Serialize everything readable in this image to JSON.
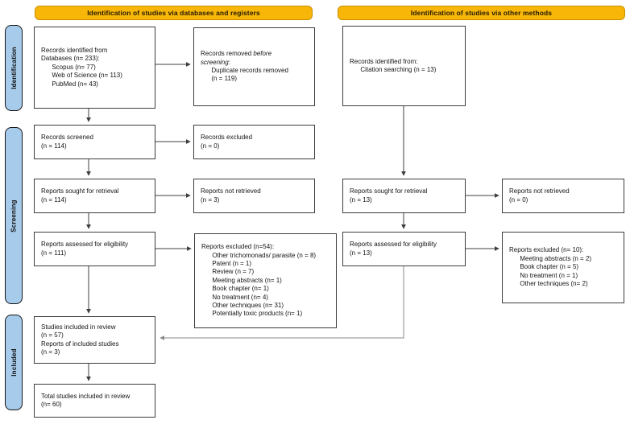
{
  "banners": {
    "left": "Identification of studies via databases and registers",
    "right": "Identification of studies via other methods"
  },
  "stages": [
    {
      "label": "Identification"
    },
    {
      "label": "Screening"
    },
    {
      "label": "Included"
    }
  ],
  "colors": {
    "banner_bg": "#F8B608",
    "banner_border": "#C98F00",
    "banner_text": "#231A00",
    "stage_bg": "#A7CBEB",
    "stage_border": "#141414",
    "box_border": "#3d3d3d",
    "box_text": "#141414",
    "arrow": "#3f3f3f",
    "arrow_light": "#8a8a8a"
  },
  "boxes": {
    "db_identified": {
      "lines": [
        "Records identified from",
        "Databases (n= 233):",
        "      Scopus (n= 77)",
        "      Web of Science (n= 113)",
        "      PubMed (n= 43)"
      ]
    },
    "removed_before_screening": {
      "lines": [
        [
          [
            "Records removed ",
            ""
          ],
          [
            "before",
            "i"
          ]
        ],
        [
          [
            "screening",
            "i"
          ],
          [
            ":",
            ""
          ]
        ],
        "      Duplicate records removed",
        "      (n = 119)"
      ]
    },
    "records_screened": {
      "lines": [
        "Records screened",
        "(n = 114)"
      ]
    },
    "records_excluded": {
      "lines": [
        "Records excluded",
        "(n = 0)"
      ]
    },
    "reports_sought_db": {
      "lines": [
        "Reports sought for retrieval",
        "(n = 114)"
      ]
    },
    "reports_not_retrieved_db": {
      "lines": [
        "Reports not retrieved",
        "(n = 3)"
      ]
    },
    "reports_assessed_db": {
      "lines": [
        "Reports assessed for eligibility",
        "(n = 111)"
      ]
    },
    "reports_excluded_db": {
      "lines": [
        "Reports excluded (n=54):",
        "      Other trichomonads/ parasite (n = 8)",
        "      Patent (n = 1)",
        "      Review (n = 7)",
        "      Meeting abstracts (n= 1)",
        "      Book chapter (n= 1)",
        "      No treatment (n= 4)",
        "      Other techniques (n= 31)",
        "      Potentially toxic products (n= 1)"
      ]
    },
    "included_review": {
      "lines": [
        "Studies included in review",
        "(n = 57)",
        "Reports of included studies",
        "(n = 3)"
      ]
    },
    "total_included": {
      "lines": [
        "Total studies included in review",
        "(n= 60)"
      ]
    },
    "other_identified": {
      "lines": [
        "Records identified from:",
        "      Citation searching (n = 13)"
      ]
    },
    "reports_sought_other": {
      "lines": [
        "Reports sought for retrieval",
        "(n = 13)"
      ]
    },
    "reports_not_retrieved_other": {
      "lines": [
        "Reports not retrieved",
        "(n = 0)"
      ]
    },
    "reports_assessed_other": {
      "lines": [
        "Reports assessed for eligibility",
        "(n = 13)"
      ]
    },
    "reports_excluded_other": {
      "lines": [
        "Reports excluded (n= 10):",
        "      Meeting abstracts (n = 2)",
        "      Book chapter (n = 5)",
        "      No treatment (n = 1)",
        "      Other techniques (n= 2)"
      ]
    }
  }
}
